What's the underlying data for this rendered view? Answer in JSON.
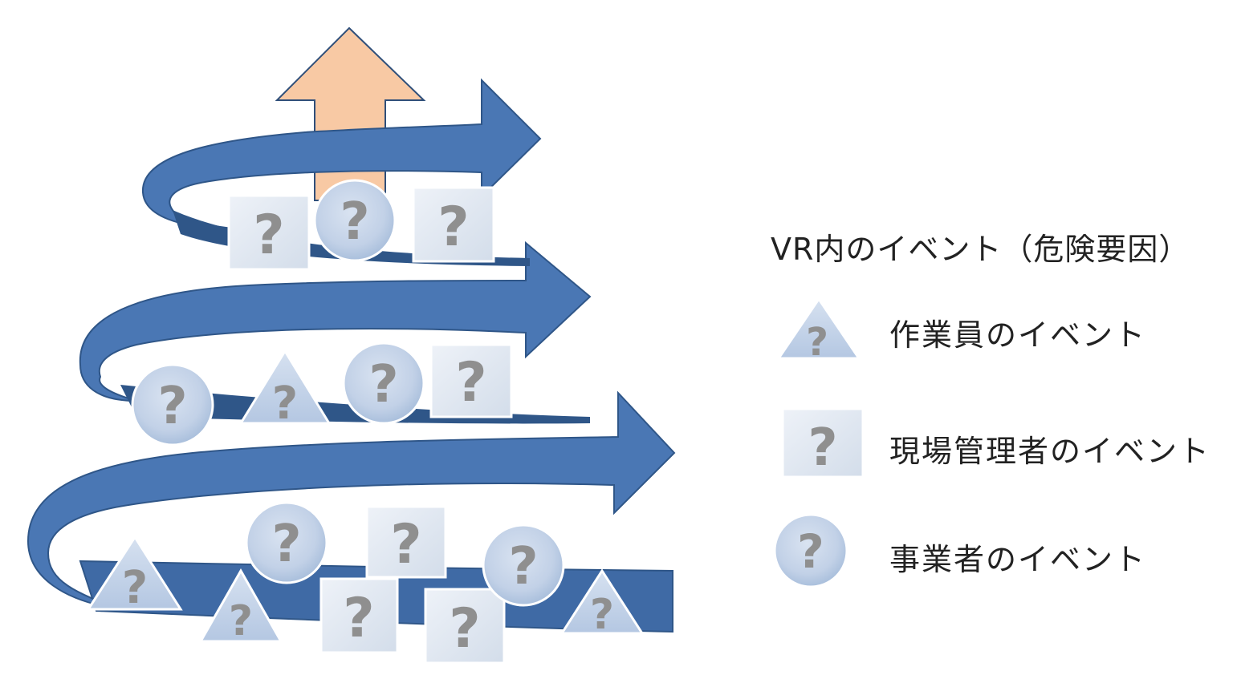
{
  "legend": {
    "title": "VR内のイベント（危険要因）",
    "items": [
      {
        "shape": "triangle",
        "label": "作業員のイベント"
      },
      {
        "shape": "square",
        "label": "現場管理者のイベント"
      },
      {
        "shape": "circle",
        "label": "事業者のイベント"
      }
    ]
  },
  "event_mark": "?",
  "colors": {
    "spiral_blue": "#4a77b4",
    "spiral_dark": "#2f5688",
    "up_arrow_fill": "#f8c9a4",
    "event_fill": "#c5d3e8",
    "square_fill": "#dfe7f1",
    "question_mark": "#8f8f8f"
  }
}
